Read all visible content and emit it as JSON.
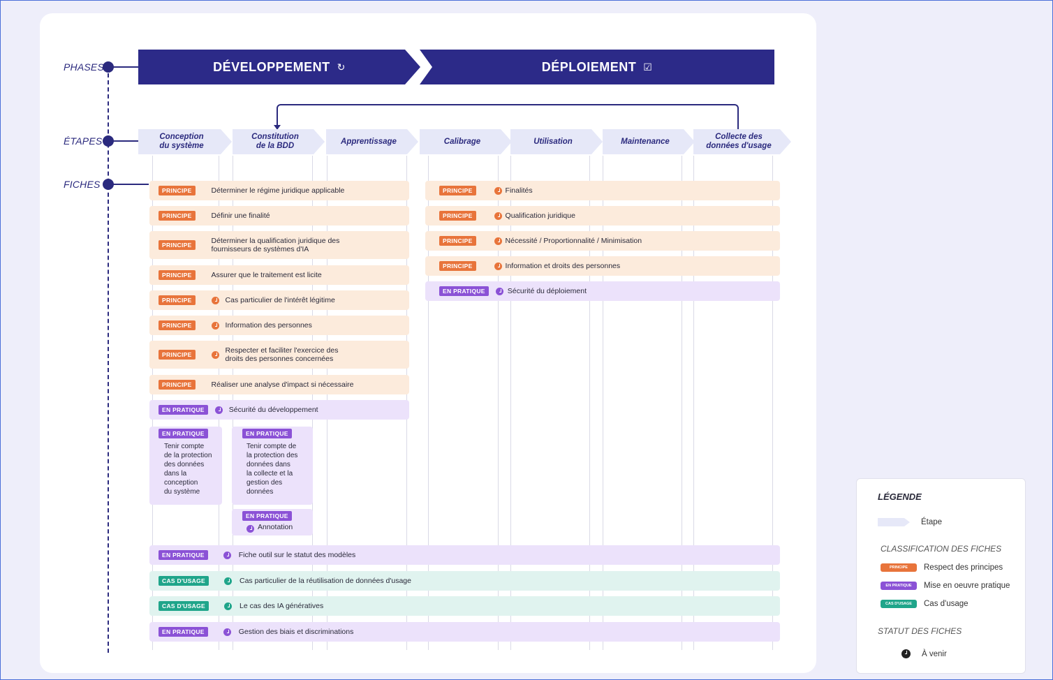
{
  "row_labels": {
    "phases": "PHASES",
    "etapes": "ÉTAPES",
    "fiches": "FICHES"
  },
  "phases": [
    {
      "label": "DÉVELOPPEMENT",
      "icon": "refresh-icon"
    },
    {
      "label": "DÉPLOIEMENT",
      "icon": "checkbox-icon"
    }
  ],
  "steps": [
    {
      "l1": "Conception",
      "l2": "du système"
    },
    {
      "l1": "Constitution",
      "l2": "de la BDD"
    },
    {
      "l1": "Apprentissage",
      "l2": ""
    },
    {
      "l1": "Calibrage",
      "l2": ""
    },
    {
      "l1": "Utilisation",
      "l2": ""
    },
    {
      "l1": "Maintenance",
      "l2": ""
    },
    {
      "l1": "Collecte des",
      "l2": "données d'usage"
    }
  ],
  "fiches_dev": [
    {
      "tag": "PRINCIPE",
      "text": "Déterminer le régime juridique applicable",
      "clock": false
    },
    {
      "tag": "PRINCIPE",
      "text": "Définir une finalité",
      "clock": false
    },
    {
      "tag": "PRINCIPE",
      "text": "Déterminer la qualification juridique des",
      "text2": "fournisseurs de systèmes d'IA",
      "clock": false
    },
    {
      "tag": "PRINCIPE",
      "text": "Assurer que le traitement est licite",
      "clock": false
    },
    {
      "tag": "PRINCIPE",
      "text": "Cas particulier de l'intérêt légitime",
      "clock": true
    },
    {
      "tag": "PRINCIPE",
      "text": "Information des personnes",
      "clock": true
    },
    {
      "tag": "PRINCIPE",
      "text": "Respecter et faciliter l'exercice des",
      "text2": "droits des personnes concernées",
      "clock": true
    },
    {
      "tag": "PRINCIPE",
      "text": "Réaliser une analyse d'impact si nécessaire",
      "clock": false
    },
    {
      "tag": "EN PRATIQUE",
      "text": "Sécurité du développement",
      "clock": true
    }
  ],
  "fiches_dep": [
    {
      "tag": "PRINCIPE",
      "text": "Finalités"
    },
    {
      "tag": "PRINCIPE",
      "text": "Qualification juridique"
    },
    {
      "tag": "PRINCIPE",
      "text": "Nécessité / Proportionnalité / Minimisation"
    },
    {
      "tag": "PRINCIPE",
      "text": "Information et droits des personnes"
    },
    {
      "tag": "EN PRATIQUE",
      "text": "Sécurité du déploiement"
    }
  ],
  "card_conception": {
    "tag": "EN PRATIQUE",
    "lines": [
      "Tenir compte",
      "de la protection",
      "des données",
      "dans la",
      "conception",
      "du système"
    ]
  },
  "card_bdd": {
    "tag": "EN PRATIQUE",
    "lines": [
      "Tenir compte de",
      "la protection des",
      "données dans",
      "la collecte et la",
      "gestion des",
      "données"
    ]
  },
  "card_annotation": {
    "tag": "EN PRATIQUE",
    "text": "Annotation"
  },
  "fiches_all": [
    {
      "tag": "EN PRATIQUE",
      "text": "Fiche outil sur le statut des modèles"
    },
    {
      "tag": "CAS D'USAGE",
      "text": "Cas particulier de la réutilisation de données d'usage"
    },
    {
      "tag": "CAS D'USAGE",
      "text": "Le cas des IA génératives"
    },
    {
      "tag": "EN PRATIQUE",
      "text": "Gestion des biais et discriminations"
    }
  ],
  "legend": {
    "title": "LÉGENDE",
    "etape": "Étape",
    "classification_title": "CLASSIFICATION DES FICHES",
    "items": [
      {
        "pill": "PRINCIPE",
        "label": "Respect des principes"
      },
      {
        "pill": "EN PRATIQUE",
        "label": "Mise en oeuvre pratique"
      },
      {
        "pill": "CAS D'USAGE",
        "label": "Cas d'usage"
      }
    ],
    "statut_title": "STATUT DES FICHES",
    "a_venir": "À venir"
  },
  "colors": {
    "navy": "#2c2a88",
    "principe": "#e8743b",
    "en_pratique": "#8b52d6",
    "cas_usage": "#1fa58a"
  }
}
